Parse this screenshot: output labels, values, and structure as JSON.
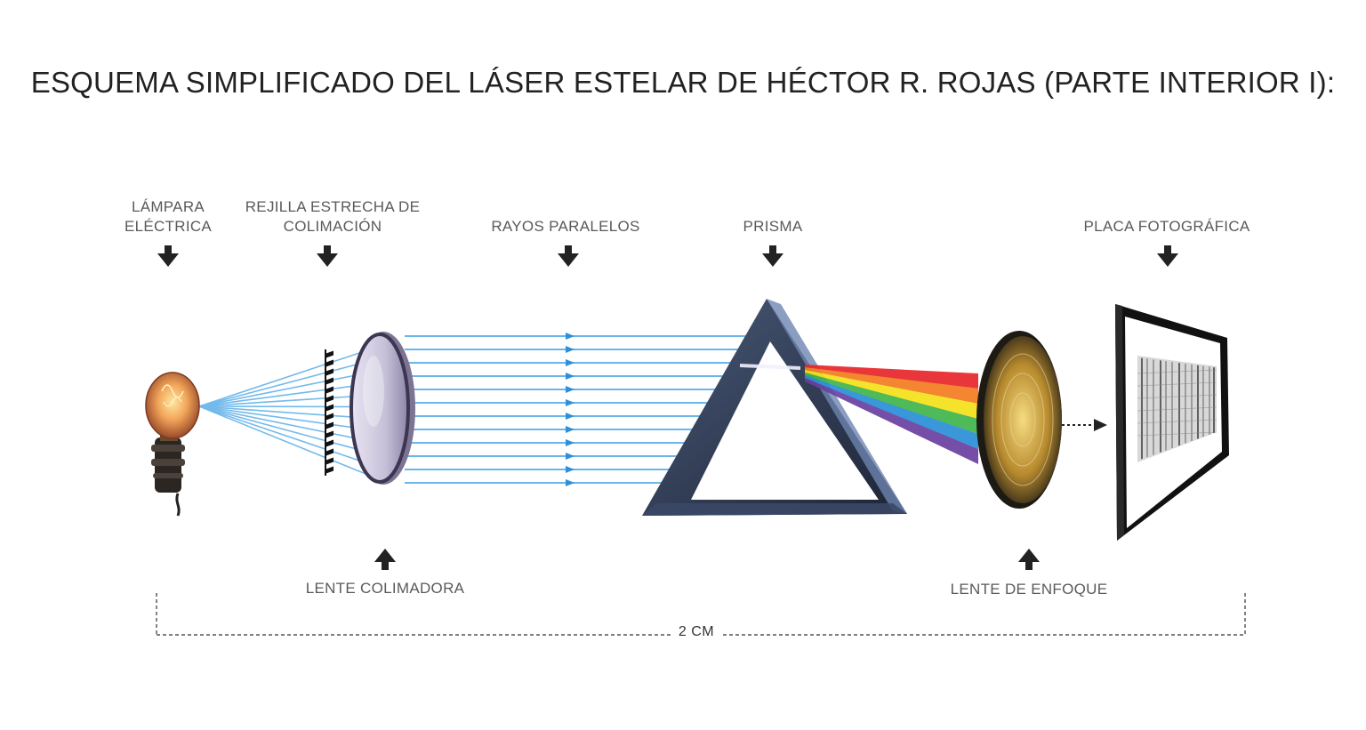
{
  "title": "ESQUEMA SIMPLIFICADO DEL LÁSER ESTELAR DE HÉCTOR R. ROJAS (PARTE INTERIOR I):",
  "labels": {
    "lamp": [
      "LÁMPARA",
      "ELÉCTRICA"
    ],
    "slit": [
      "REJILLA ESTRECHA DE",
      "COLIMACIÓN"
    ],
    "rays": "RAYOS PARALELOS",
    "prism": "PRISMA",
    "plate": "PLACA FOTOGRÁFICA",
    "collimator": "LENTE COLIMADORA",
    "focus": "LENTE DE ENFOQUE"
  },
  "scale_label": "2 CM",
  "colors": {
    "ray": "#5aaee8",
    "arrow": "#222222",
    "prism": "#2d3a52",
    "spectrum": [
      "#e8262a",
      "#f47b20",
      "#f5e11a",
      "#3fb54a",
      "#2a8fd6",
      "#6a3fa0"
    ]
  }
}
